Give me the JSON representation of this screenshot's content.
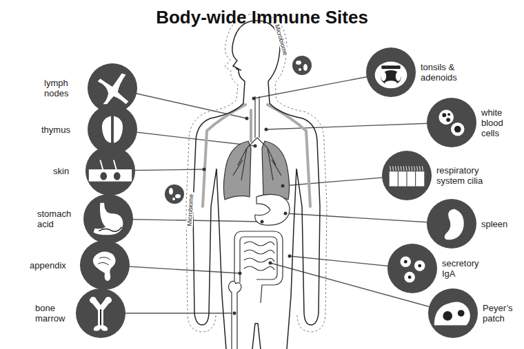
{
  "diagram": {
    "title": "Body-wide Immune Sites",
    "nodes": [
      {
        "text": [
          "lymph nodes"
        ]
      },
      {
        "text": [
          "tonsils & adenoids"
        ]
      },
      {
        "text": [
          "thymus"
        ]
      },
      {
        "text": [
          "white blood cells"
        ]
      },
      {
        "text": [
          "skin"
        ]
      },
      {
        "text": [
          "respiratory system cilia"
        ]
      },
      {
        "text": [
          "stomach acid"
        ]
      },
      {
        "text": [
          "spleen"
        ]
      },
      {
        "text": [
          "appendix"
        ]
      },
      {
        "text": [
          "secretory IgA"
        ]
      },
      {
        "text": [
          "bone marrow"
        ]
      },
      {
        "text": [
          "Peyer’s patch"
        ]
      }
    ],
    "labels": [
      "Microbiome",
      "Microbiome"
    ]
  }
}
